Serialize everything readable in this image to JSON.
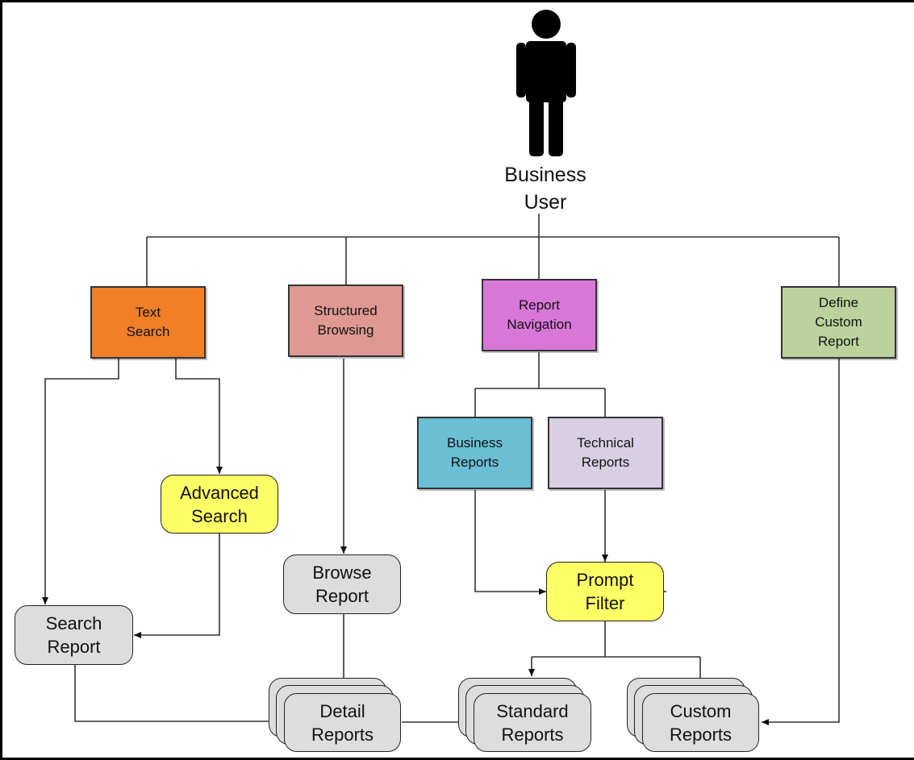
{
  "user": {
    "label": "Business\nUser",
    "icon": "person-icon"
  },
  "categories": [
    {
      "id": "text-search",
      "label": "Text\nSearch",
      "color": "#f07f27"
    },
    {
      "id": "structured-browsing",
      "label": "Structured\nBrowsing",
      "color": "#df9892"
    },
    {
      "id": "report-navigation",
      "label": "Report\nNavigation",
      "color": "#d877d8"
    },
    {
      "id": "define-custom-report",
      "label": "Define\nCustom\nReport",
      "color": "#bcd29c"
    }
  ],
  "report_types": [
    {
      "id": "business-reports",
      "label": "Business\nReports",
      "color": "#6bbfd5"
    },
    {
      "id": "technical-reports",
      "label": "Technical\nReports",
      "color": "#d9cfe3"
    }
  ],
  "steps": [
    {
      "id": "advanced-search",
      "label": "Advanced\nSearch",
      "color": "#ffff66"
    },
    {
      "id": "prompt-filter",
      "label": "Prompt\nFilter",
      "color": "#ffff66"
    },
    {
      "id": "search-report",
      "label": "Search\nReport",
      "color": "#dddddd"
    },
    {
      "id": "browse-report",
      "label": "Browse\nReport",
      "color": "#dddddd"
    }
  ],
  "outputs": [
    {
      "id": "detail-reports",
      "label": "Detail\nReports",
      "color": "#dddddd"
    },
    {
      "id": "standard-reports",
      "label": "Standard\nReports",
      "color": "#dddddd"
    },
    {
      "id": "custom-reports",
      "label": "Custom\nReports",
      "color": "#dddddd"
    }
  ]
}
